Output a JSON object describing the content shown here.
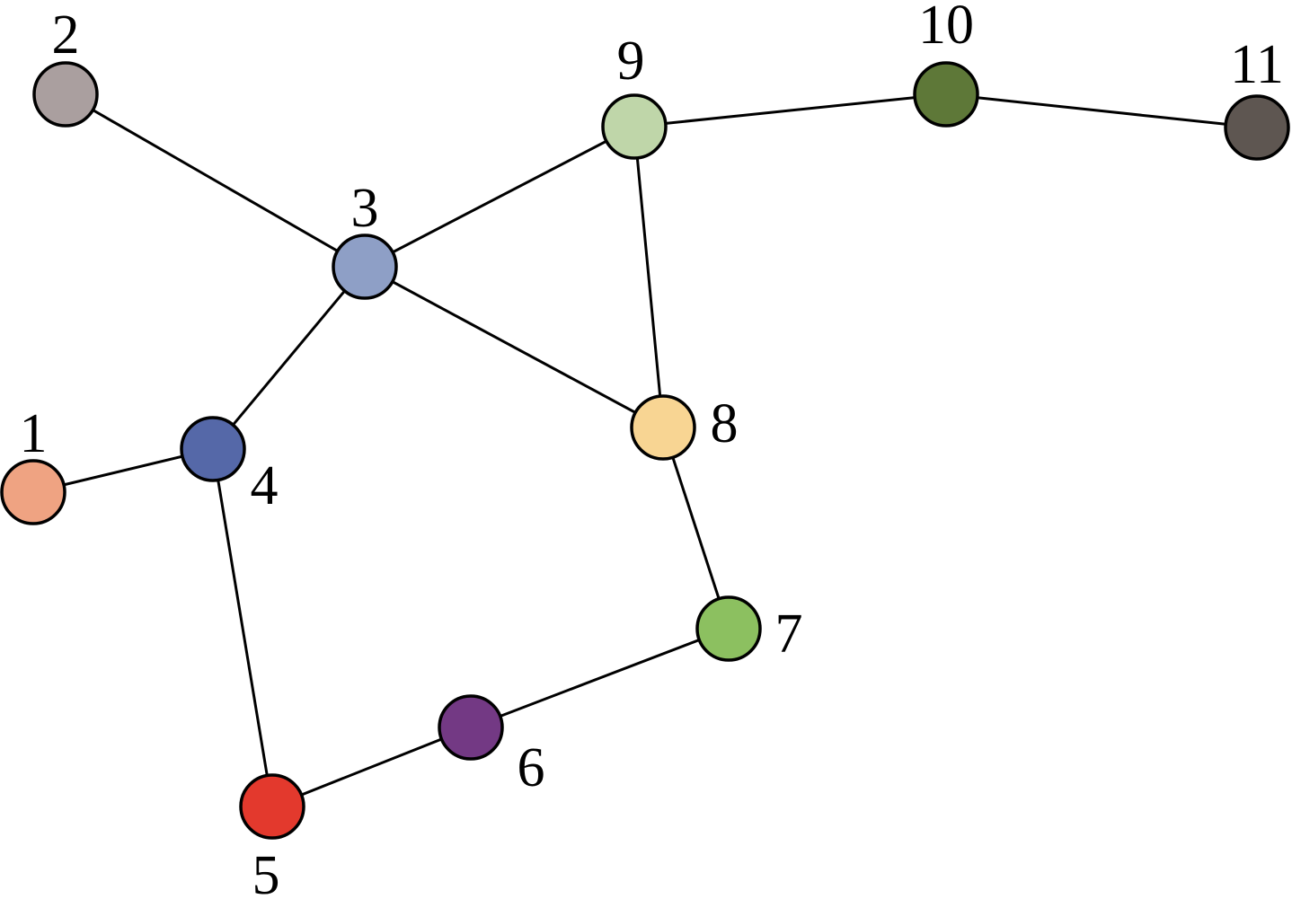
{
  "graph": {
    "nodes": [
      {
        "id": "1",
        "label": "1",
        "color": "#efa382"
      },
      {
        "id": "2",
        "label": "2",
        "color": "#aa9f9f"
      },
      {
        "id": "3",
        "label": "3",
        "color": "#8e9fc6"
      },
      {
        "id": "4",
        "label": "4",
        "color": "#5568a8"
      },
      {
        "id": "5",
        "label": "5",
        "color": "#e3392d"
      },
      {
        "id": "6",
        "label": "6",
        "color": "#733984"
      },
      {
        "id": "7",
        "label": "7",
        "color": "#8cc060"
      },
      {
        "id": "8",
        "label": "8",
        "color": "#f8d593"
      },
      {
        "id": "9",
        "label": "9",
        "color": "#bfd6a9"
      },
      {
        "id": "10",
        "label": "10",
        "color": "#5e7838"
      },
      {
        "id": "11",
        "label": "11",
        "color": "#5e5651"
      }
    ],
    "edges": [
      [
        "2",
        "3"
      ],
      [
        "3",
        "9"
      ],
      [
        "3",
        "4"
      ],
      [
        "3",
        "8"
      ],
      [
        "9",
        "8"
      ],
      [
        "9",
        "10"
      ],
      [
        "10",
        "11"
      ],
      [
        "1",
        "4"
      ],
      [
        "4",
        "5"
      ],
      [
        "5",
        "6"
      ],
      [
        "6",
        "7"
      ],
      [
        "7",
        "8"
      ]
    ]
  }
}
